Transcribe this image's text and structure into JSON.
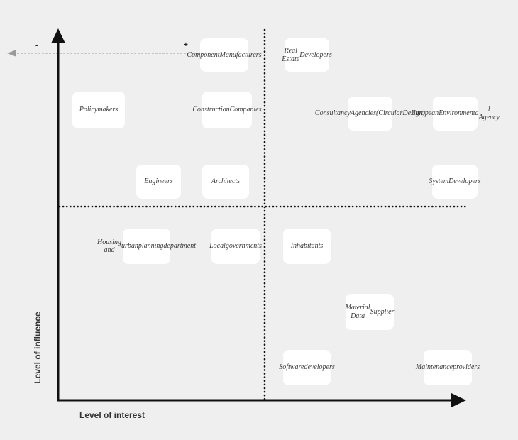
{
  "axes": {
    "x_label": "Level of interest",
    "y_label": "Level of influence",
    "minus_sign": "-",
    "plus_sign": "+"
  },
  "colors": {
    "background": "#efefef",
    "axis": "#111111",
    "node_fill": "#ffffff",
    "dashed_arrow": "#9a9a9a"
  },
  "stakeholders": [
    {
      "id": "component-manufacturers",
      "lines": [
        "Component",
        "Manufacturers"
      ]
    },
    {
      "id": "real-estate-developers",
      "lines": [
        "Real Estate",
        "Developers"
      ]
    },
    {
      "id": "policymakers",
      "lines": [
        "Policymakers"
      ]
    },
    {
      "id": "construction-companies",
      "lines": [
        "Construction",
        "Companies"
      ]
    },
    {
      "id": "consultancy-agencies",
      "lines": [
        "Consultancy",
        "Agencies",
        "(Circular",
        "Design)"
      ]
    },
    {
      "id": "european-environmental-agency",
      "lines": [
        "European",
        "Environmenta",
        "l Agency"
      ]
    },
    {
      "id": "engineers",
      "lines": [
        "Engineers"
      ]
    },
    {
      "id": "architects",
      "lines": [
        "Architects"
      ]
    },
    {
      "id": "system-developers",
      "lines": [
        "System",
        "Developers"
      ]
    },
    {
      "id": "housing-urban-planning",
      "lines": [
        "Housing and",
        "urban",
        "planning",
        "department"
      ]
    },
    {
      "id": "local-governments",
      "lines": [
        "Local",
        "governments"
      ]
    },
    {
      "id": "inhabitants",
      "lines": [
        "Inhabitants"
      ]
    },
    {
      "id": "material-data-supplier",
      "lines": [
        "Material Data",
        "Supplier"
      ]
    },
    {
      "id": "software-developers",
      "lines": [
        "Software",
        "developers"
      ]
    },
    {
      "id": "maintenance-providers",
      "lines": [
        "Maintenance",
        "providers"
      ]
    }
  ]
}
